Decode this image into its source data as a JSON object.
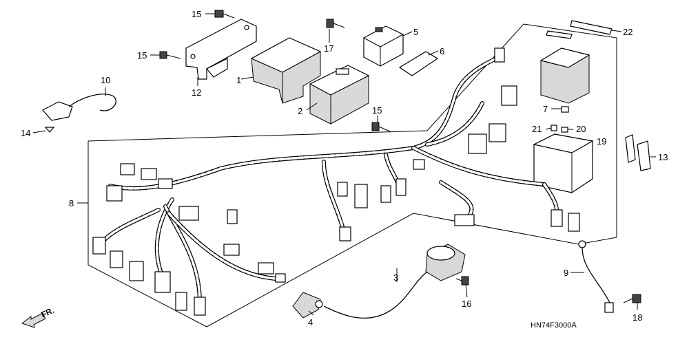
{
  "diagram": {
    "drawing_code": "HN74F3000A",
    "direction_label": "FR.",
    "callouts": [
      {
        "id": "c1",
        "text": "1"
      },
      {
        "id": "c2",
        "text": "2"
      },
      {
        "id": "c3",
        "text": "3"
      },
      {
        "id": "c4",
        "text": "4"
      },
      {
        "id": "c5",
        "text": "5"
      },
      {
        "id": "c6",
        "text": "6"
      },
      {
        "id": "c7",
        "text": "7"
      },
      {
        "id": "c8",
        "text": "8"
      },
      {
        "id": "c9",
        "text": "9"
      },
      {
        "id": "c10",
        "text": "10"
      },
      {
        "id": "c12",
        "text": "12"
      },
      {
        "id": "c13",
        "text": "13"
      },
      {
        "id": "c14",
        "text": "14"
      },
      {
        "id": "c15a",
        "text": "15"
      },
      {
        "id": "c15b",
        "text": "15"
      },
      {
        "id": "c15c",
        "text": "15"
      },
      {
        "id": "c16",
        "text": "16"
      },
      {
        "id": "c17",
        "text": "17"
      },
      {
        "id": "c18",
        "text": "18"
      },
      {
        "id": "c19",
        "text": "19"
      },
      {
        "id": "c20",
        "text": "20"
      },
      {
        "id": "c21",
        "text": "21"
      },
      {
        "id": "c22",
        "text": "22"
      }
    ]
  }
}
